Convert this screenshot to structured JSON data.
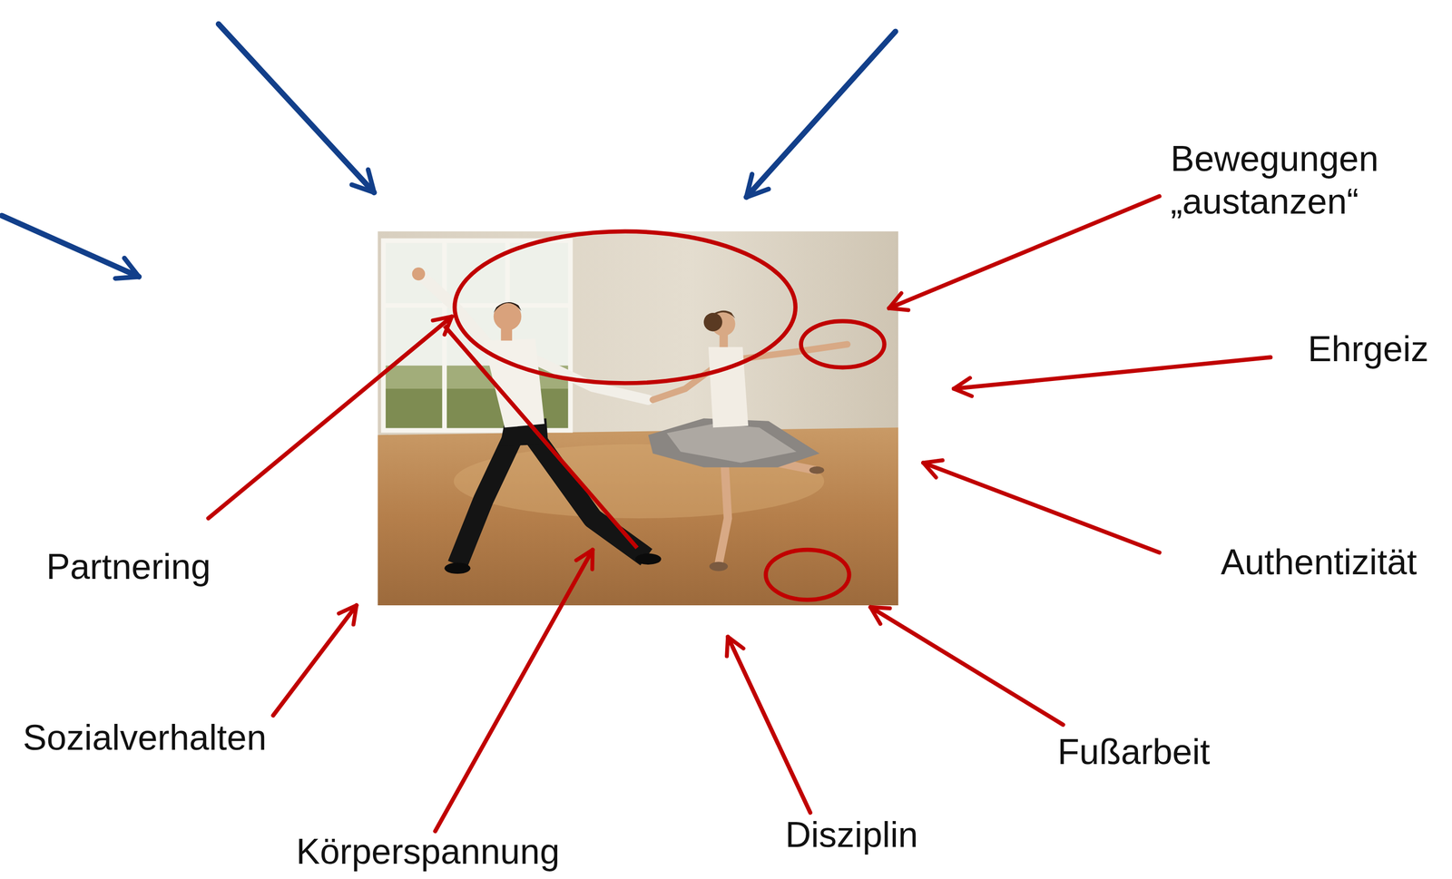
{
  "diagram": {
    "labels": [
      "Bewegungen „austanzen“",
      "Ehrgeiz",
      "Partnering",
      "Authentizität",
      "Sozialverhalten",
      "Fußarbeit",
      "Disziplin",
      "Körperspannung"
    ]
  }
}
